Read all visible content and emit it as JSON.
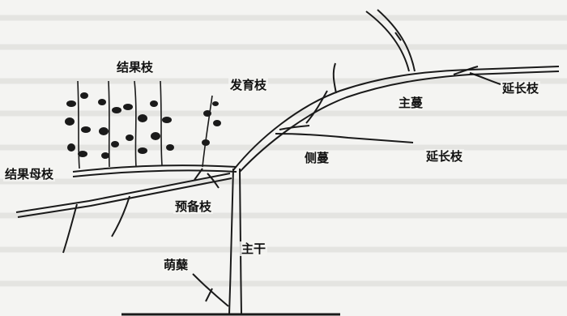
{
  "diagram": {
    "labels": {
      "fruiting_shoot": "结果枝",
      "developing_shoot": "发育枝",
      "main_vine": "主蔓",
      "extension_shoot_top": "延长枝",
      "lateral_vine": "侧蔓",
      "extension_shoot_mid": "延长枝",
      "fruiting_mother_shoot": "结果母枝",
      "reserve_shoot": "预备枝",
      "main_trunk": "主干",
      "sucker": "萌蘖"
    },
    "colors": {
      "ink": "#1a1a1a",
      "background": "#f4f4f2"
    }
  }
}
